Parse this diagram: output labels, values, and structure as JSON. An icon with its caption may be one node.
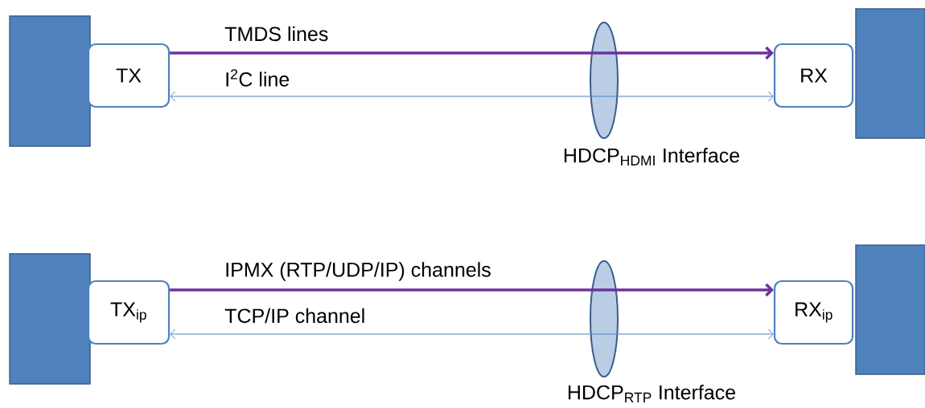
{
  "diagram": {
    "nodes": [
      {
        "text": [],
        "shape": "box"
      },
      {
        "text": [
          "TX"
        ]
      },
      {
        "text": [
          "RX"
        ]
      },
      {
        "text": [],
        "shape": "box"
      },
      {
        "text": [],
        "shape": "box"
      },
      {
        "text": [
          "TX$_{ip}$"
        ]
      },
      {
        "text": [
          "RX$_{ip}$"
        ]
      },
      {
        "text": [],
        "shape": "box"
      }
    ],
    "edges": [
      {
        "from": 1,
        "to": 2,
        "arrow": "to",
        "label": "TMDS lines",
        "style": "thick",
        "color": "#7030a0"
      },
      {
        "from": 1,
        "to": 2,
        "arrow": "both",
        "label": "I$^{2}$C line",
        "color": "#4f81bd"
      },
      {
        "from": 5,
        "to": 6,
        "arrow": "to",
        "label": "IPMX (RTP/UDP/IP) channels",
        "style": "thick",
        "color": "#7030a0"
      },
      {
        "from": 5,
        "to": 6,
        "arrow": "both",
        "label": "TCP/IP channel",
        "color": "#4f81bd"
      }
    ],
    "labels": [
      "HDCP$_{HDMI}$ Interface",
      "HDCP$_{RTP}$ Interface"
    ]
  }
}
